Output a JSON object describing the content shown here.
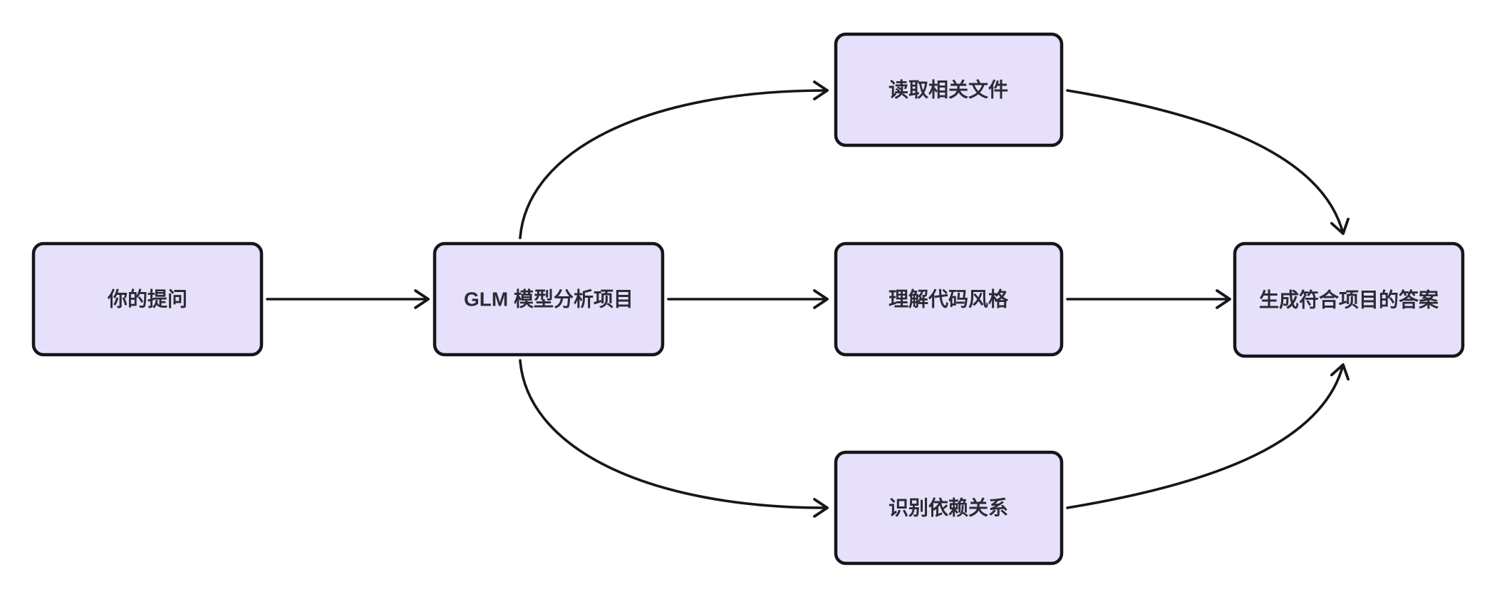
{
  "diagram": {
    "type": "flowchart",
    "direction": "left-to-right",
    "background_color": "#FFFFFF"
  },
  "colors": {
    "node_fill": "#E7E0FA",
    "node_border": "#15151B",
    "edge_stroke": "#15151B",
    "label_text": "#2B2B36"
  },
  "nodes": [
    {
      "id": "question",
      "label": "你的提问"
    },
    {
      "id": "analysis",
      "label": "GLM 模型分析项目"
    },
    {
      "id": "read_files",
      "label": "读取相关文件"
    },
    {
      "id": "code_style",
      "label": "理解代码风格"
    },
    {
      "id": "dependencies",
      "label": "识别依赖关系"
    },
    {
      "id": "answer",
      "label": "生成符合项目的答案"
    }
  ],
  "edges": [
    {
      "from": "question",
      "to": "analysis"
    },
    {
      "from": "analysis",
      "to": "read_files"
    },
    {
      "from": "analysis",
      "to": "code_style"
    },
    {
      "from": "analysis",
      "to": "dependencies"
    },
    {
      "from": "read_files",
      "to": "answer"
    },
    {
      "from": "code_style",
      "to": "answer"
    },
    {
      "from": "dependencies",
      "to": "answer"
    }
  ]
}
